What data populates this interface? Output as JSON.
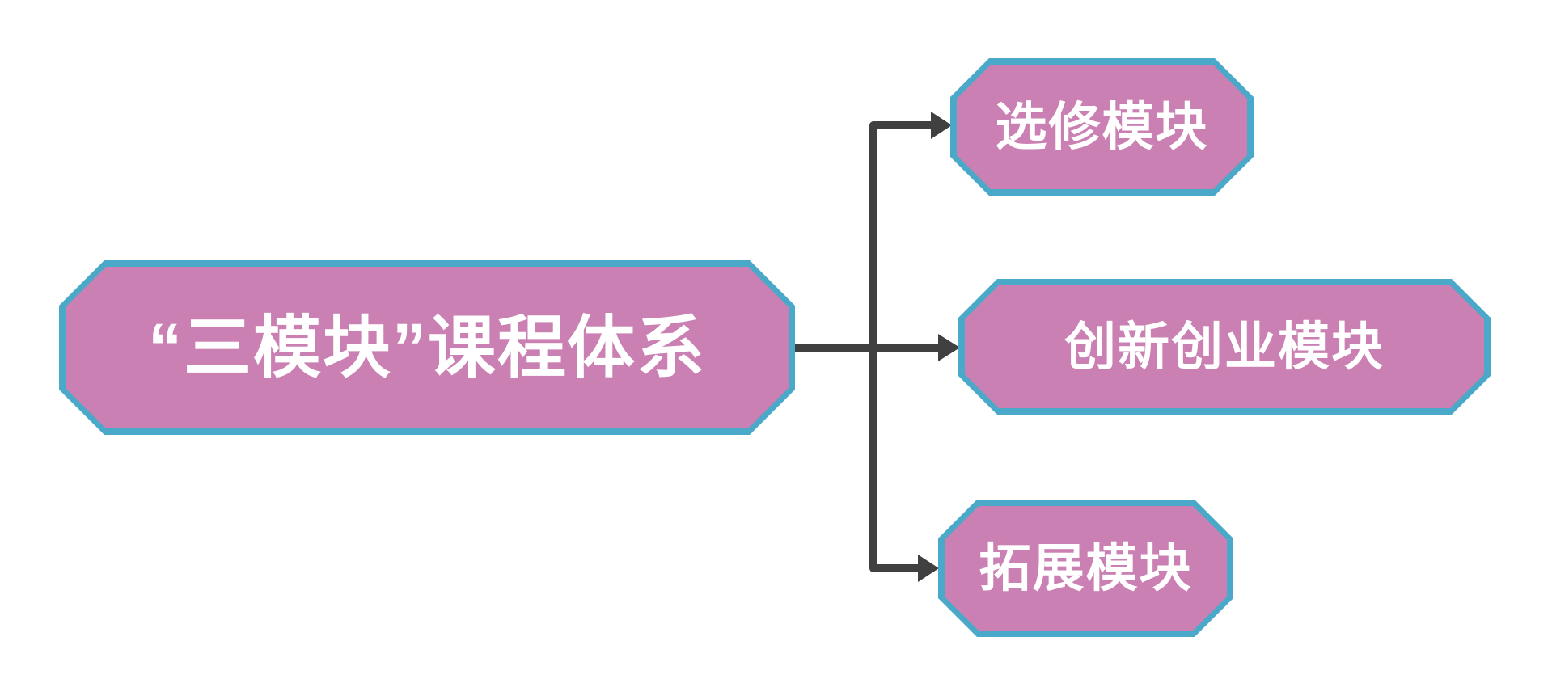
{
  "diagram": {
    "type": "flowchart",
    "direction": "left-to-right",
    "background": "#ffffff",
    "colors": {
      "node_fill": "#ca80b2",
      "node_border": "#4aa8c9",
      "connector": "#404040",
      "label_text": "#ffffff",
      "background": "#ffffff"
    },
    "root": {
      "label": "“三模块”课程体系"
    },
    "children": [
      {
        "label": "选修模块"
      },
      {
        "label": "创新创业模块"
      },
      {
        "label": "拓展模块"
      }
    ]
  }
}
